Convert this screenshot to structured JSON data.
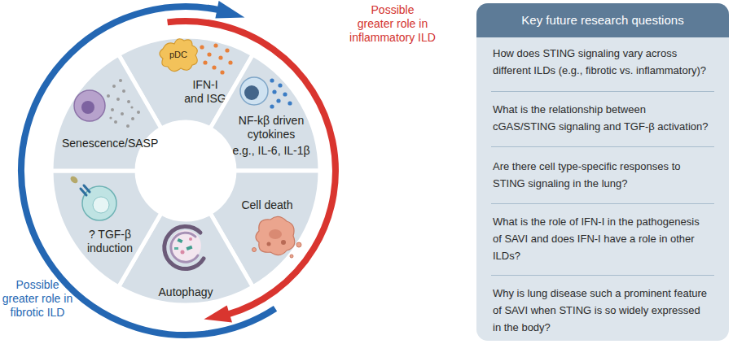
{
  "diagram": {
    "nodes": [
      {
        "text": [
          "IFN-I and ISG"
        ]
      },
      {
        "text": [
          "NF-kβ driven cytokines",
          "e.g., IL-6, IL-1β"
        ]
      },
      {
        "text": [
          "Cell death"
        ]
      },
      {
        "text": [
          "Autophagy"
        ]
      },
      {
        "text": [
          "? TGF-β induction"
        ]
      },
      {
        "text": [
          "Senescence/SASP"
        ]
      },
      {
        "text": [
          "Key future research questions",
          "How does STING signaling vary across different ILDs (e.g., fibrotic vs. inflammatory)?",
          "What is the relationship between cGAS/STING signaling and TGF-β activation?",
          "Are there cell type-specific responses to STING signaling in the lung?",
          "What is the role of IFN-I in the pathogenesis of SAVI and does IFN-I have a role in other ILDs?",
          "Why is lung disease such a prominent feature of SAVI when STING is so widely expressed in the body?"
        ]
      }
    ],
    "labels": [
      "Possible greater role in inflammatory ILD",
      "pDC",
      "Possible greater role in fibrotic ILD"
    ]
  }
}
